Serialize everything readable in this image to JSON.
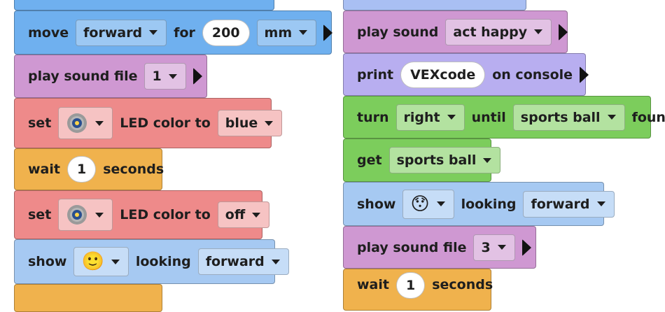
{
  "left": {
    "move": {
      "label": "move",
      "direction": "forward",
      "for_label": "for",
      "distance": "200",
      "unit": "mm"
    },
    "play_sound_file": {
      "label": "play sound file",
      "file": "1"
    },
    "set_led_1": {
      "set_label": "set",
      "mid_label": "LED color to",
      "color": "blue"
    },
    "wait": {
      "label": "wait",
      "value": "1",
      "unit_label": "seconds"
    },
    "set_led_2": {
      "set_label": "set",
      "mid_label": "LED color to",
      "color": "off"
    },
    "show": {
      "label": "show",
      "emoji": "🙂",
      "looking_label": "looking",
      "direction": "forward"
    }
  },
  "right": {
    "play_sound": {
      "label": "play sound",
      "sound": "act happy"
    },
    "print": {
      "label": "print",
      "value": "VEXcode",
      "suffix": "on console"
    },
    "turn_until": {
      "label": "turn",
      "direction": "right",
      "until_label": "until",
      "object": "sports ball",
      "found_label": "found"
    },
    "get": {
      "label": "get",
      "object": "sports ball"
    },
    "show": {
      "label": "show",
      "emoji": "😯",
      "looking_label": "looking",
      "direction": "forward"
    },
    "play_sound_file": {
      "label": "play sound file",
      "file": "3"
    },
    "wait": {
      "label": "wait",
      "value": "1",
      "unit_label": "seconds"
    }
  },
  "colors": {
    "motion": "#6fb0ef",
    "sound": "#cf98d2",
    "looks": "#a6c9f2",
    "light": "#ee8a8a",
    "control": "#f0b24d",
    "print": "#b8aef0",
    "sensor": "#7ccd5c"
  },
  "icons": {
    "led": "led-sensor-icon",
    "play": "play-icon",
    "dropdown": "chevron-down-icon"
  }
}
